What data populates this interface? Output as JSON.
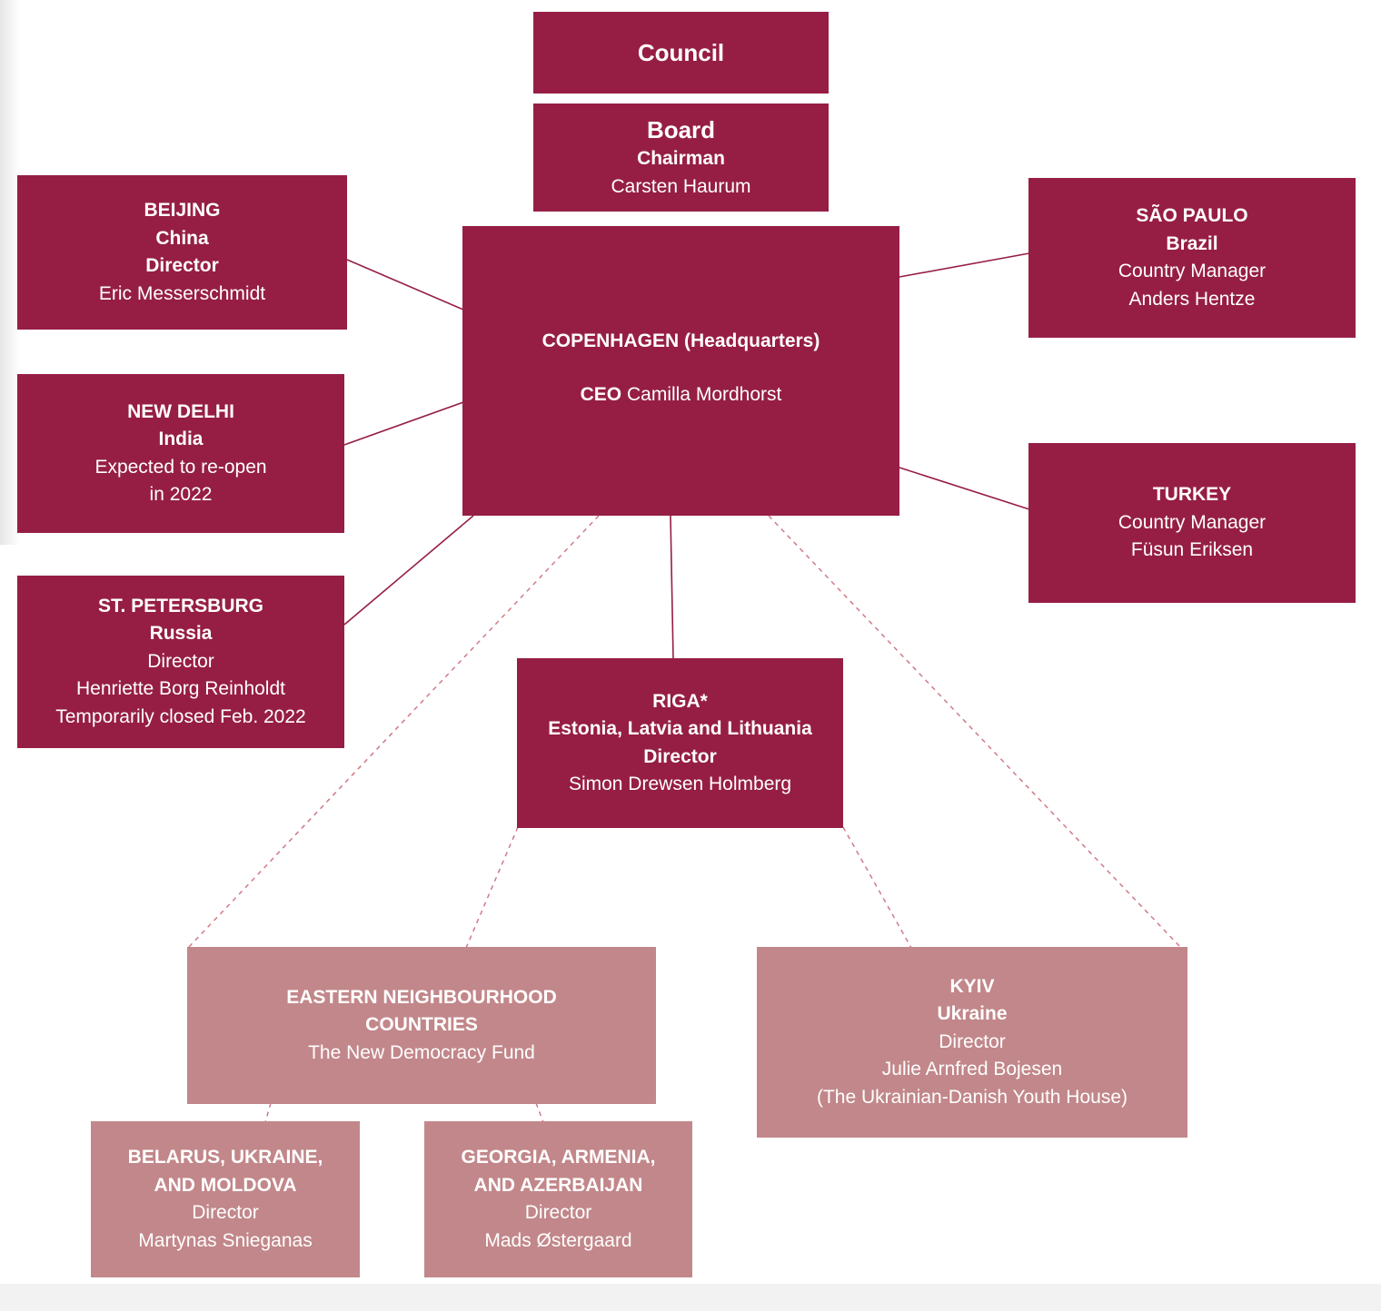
{
  "colors": {
    "primary": "#961e44",
    "secondary": "#c2878a",
    "text": "#ffffff"
  },
  "council": {
    "title": "Council"
  },
  "board": {
    "title": "Board",
    "role": "Chairman",
    "name": "Carsten Haurum"
  },
  "headquarters": {
    "title": "COPENHAGEN (Headquarters)",
    "role": "CEO",
    "name": "Camilla Mordhorst"
  },
  "beijing": {
    "city": "BEIJING",
    "country": "China",
    "role": "Director",
    "name": "Eric Messerschmidt"
  },
  "new_delhi": {
    "city": "NEW DELHI",
    "country": "India",
    "status_line1": "Expected to re-open",
    "status_line2": "in 2022"
  },
  "st_petersburg": {
    "city": "ST. PETERSBURG",
    "country": "Russia",
    "role": "Director",
    "name": "Henriette Borg Reinholdt",
    "status": "Temporarily closed Feb. 2022"
  },
  "sao_paulo": {
    "city": "SÃO PAULO",
    "country": "Brazil",
    "role": "Country Manager",
    "name": "Anders Hentze"
  },
  "turkey": {
    "city": "TURKEY",
    "role": "Country Manager",
    "name": "Füsun Eriksen"
  },
  "riga": {
    "city": "RIGA*",
    "countries": "Estonia, Latvia and Lithuania",
    "role": "Director",
    "name": "Simon Drewsen Holmberg"
  },
  "eastern": {
    "title_line1": "EASTERN NEIGHBOURHOOD",
    "title_line2": "COUNTRIES",
    "fund": "The New Democracy Fund"
  },
  "kyiv": {
    "city": "KYIV",
    "country": "Ukraine",
    "role": "Director",
    "name": "Julie Arnfred Bojesen",
    "org": "(The Ukrainian-Danish Youth House)"
  },
  "belarus": {
    "title_line1": "BELARUS, UKRAINE,",
    "title_line2": "AND MOLDOVA",
    "role": "Director",
    "name": "Martynas Snieganas"
  },
  "georgia": {
    "title_line1": "GEORGIA, ARMENIA,",
    "title_line2": "AND AZERBAIJAN",
    "role": "Director",
    "name": "Mads Østergaard"
  }
}
